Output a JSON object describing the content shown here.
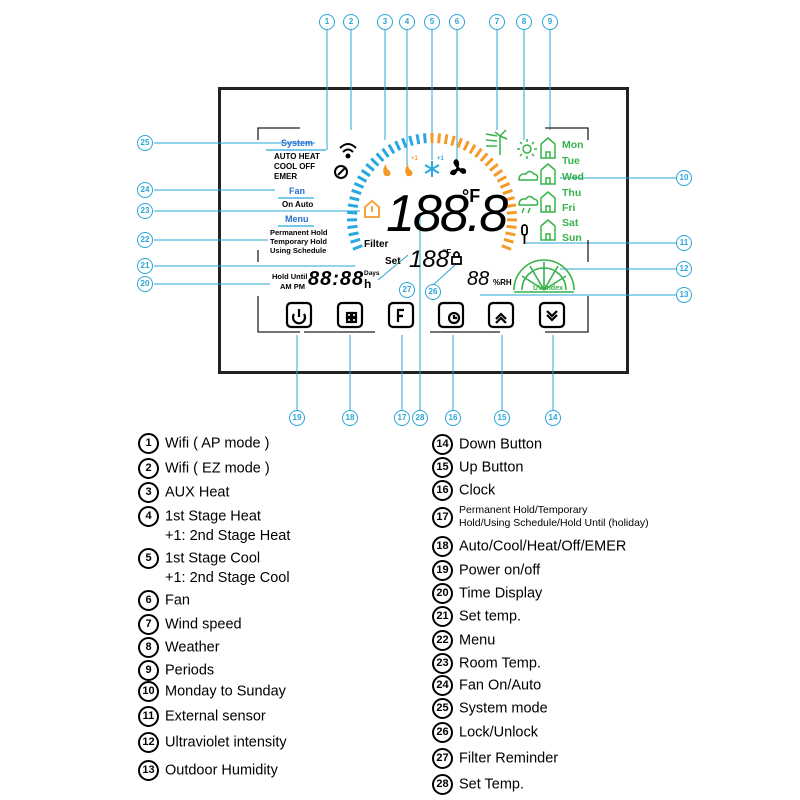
{
  "display": {
    "system_title": "System",
    "system_modes": [
      "AUTO  HEAT",
      "COOL  OFF",
      "EMER"
    ],
    "fan_title": "Fan",
    "fan_modes": "On  Auto",
    "menu_title": "Menu",
    "menu_items": [
      "Permanent Hold",
      "Temporary Hold",
      "Using Schedule"
    ],
    "hold_until": "Hold Until",
    "am_pm": "AM PM",
    "time_digits": "88:88",
    "days_unit": "Days",
    "hours_unit": "h",
    "room_temp": "188.8",
    "room_unit": "°F",
    "filter": "Filter",
    "set_label": "Set",
    "set_temp": "188",
    "set_unit": "°F",
    "humidity": "88",
    "humidity_unit": "%RH",
    "uv_label": "UV Index",
    "days": [
      "Mon",
      "Tue",
      "Wed",
      "Thu",
      "Fri",
      "Sat",
      "Sun"
    ],
    "stage_plus": "+1"
  },
  "callout_numbers": [
    "1",
    "2",
    "3",
    "4",
    "5",
    "6",
    "7",
    "8",
    "9",
    "10",
    "11",
    "12",
    "13",
    "14",
    "15",
    "16",
    "17",
    "18",
    "19",
    "20",
    "21",
    "22",
    "23",
    "24",
    "25",
    "26",
    "27",
    "28"
  ],
  "legend_left": [
    {
      "num": "1",
      "text": "Wifi ( AP mode )"
    },
    {
      "num": "2",
      "text": "Wifi ( EZ mode )"
    },
    {
      "num": "3",
      "text": "AUX Heat"
    },
    {
      "num": "4",
      "text": "1st Stage Heat",
      "text2": "+1: 2nd Stage Heat"
    },
    {
      "num": "5",
      "text": "1st Stage Cool",
      "text2": "+1: 2nd Stage Cool"
    },
    {
      "num": "6",
      "text": "Fan"
    },
    {
      "num": "7",
      "text": "Wind speed"
    },
    {
      "num": "8",
      "text": "Weather"
    },
    {
      "num": "9",
      "text": "Periods"
    },
    {
      "num": "10",
      "text": "Monday to Sunday"
    },
    {
      "num": "11",
      "text": "External sensor"
    },
    {
      "num": "12",
      "text": "Ultraviolet intensity"
    },
    {
      "num": "13",
      "text": "Outdoor Humidity"
    }
  ],
  "legend_right": [
    {
      "num": "14",
      "text": "Down Button"
    },
    {
      "num": "15",
      "text": "Up Button"
    },
    {
      "num": "16",
      "text": "Clock"
    },
    {
      "num": "17",
      "text": "Permanent Hold/Temporary",
      "text2": "Hold/Using Schedule/Hold Until (holiday)"
    },
    {
      "num": "18",
      "text": "Auto/Cool/Heat/Off/EMER"
    },
    {
      "num": "19",
      "text": "Power on/off"
    },
    {
      "num": "20",
      "text": "Time Display"
    },
    {
      "num": "21",
      "text": "Set temp."
    },
    {
      "num": "22",
      "text": "Menu"
    },
    {
      "num": "23",
      "text": "Room Temp."
    },
    {
      "num": "24",
      "text": "Fan On/Auto"
    },
    {
      "num": "25",
      "text": "System mode"
    },
    {
      "num": "26",
      "text": "Lock/Unlock"
    },
    {
      "num": "27",
      "text": "Filter Reminder"
    },
    {
      "num": "28",
      "text": "Set Temp."
    }
  ],
  "colors": {
    "callout": "#2aa6d8",
    "heat": "#f39a2a",
    "cool": "#29a7e1",
    "green": "#37b34a",
    "fan_blue": "#3a7fd6"
  }
}
